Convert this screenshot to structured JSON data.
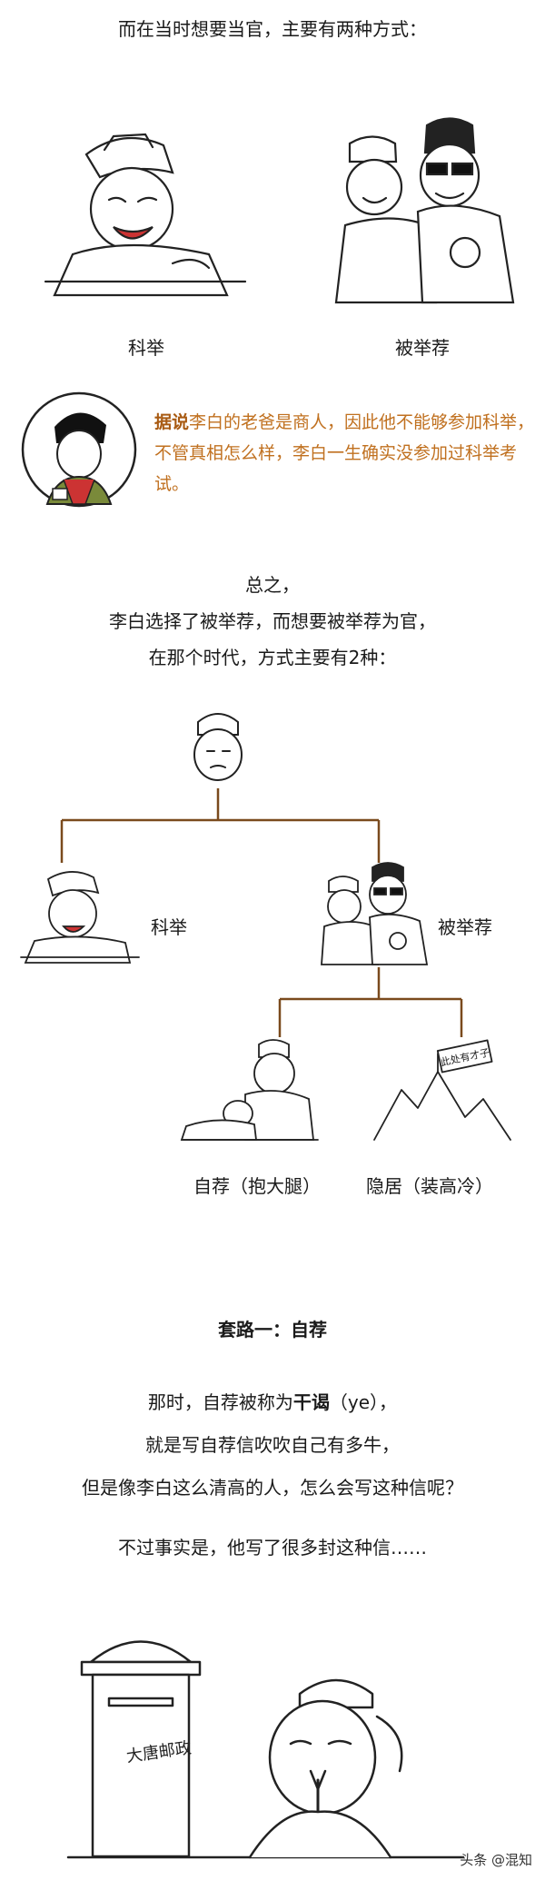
{
  "intro": "而在当时想要当官，主要有两种方式：",
  "captions": {
    "left": "科举",
    "right": "被举荐"
  },
  "note": {
    "bold": "据说",
    "rest": "李白的老爸是商人，因此他不能够参加科举，不管真相怎么样，李白一生确实没参加过科举考试。"
  },
  "summary": {
    "line1": "总之，",
    "line2": "李白选择了被举荐，而想要被举荐为官，",
    "line3": "在那个时代，方式主要有2种："
  },
  "tree": {
    "keju": "科举",
    "beijujian": "被举荐",
    "zijian": "自荐（抱大腿）",
    "yinju": "隐居（装高冷）",
    "sign_text": "此处有才子"
  },
  "section": {
    "title": "套路一：自荐",
    "p1_pre": "那时，自荐被称为",
    "p1_bold": "干谒",
    "p1_post": "（ye），",
    "p2": "就是写自荐信吹吹自己有多牛，",
    "p3": "但是像李白这么清高的人，怎么会写这种信呢？",
    "p4": "不过事实是，他写了很多封这种信……"
  },
  "mailbox_text": "大唐邮政",
  "watermark": "头条 @混知",
  "colors": {
    "accent": "#c0701f",
    "tree_line": "#7a4a1d"
  }
}
